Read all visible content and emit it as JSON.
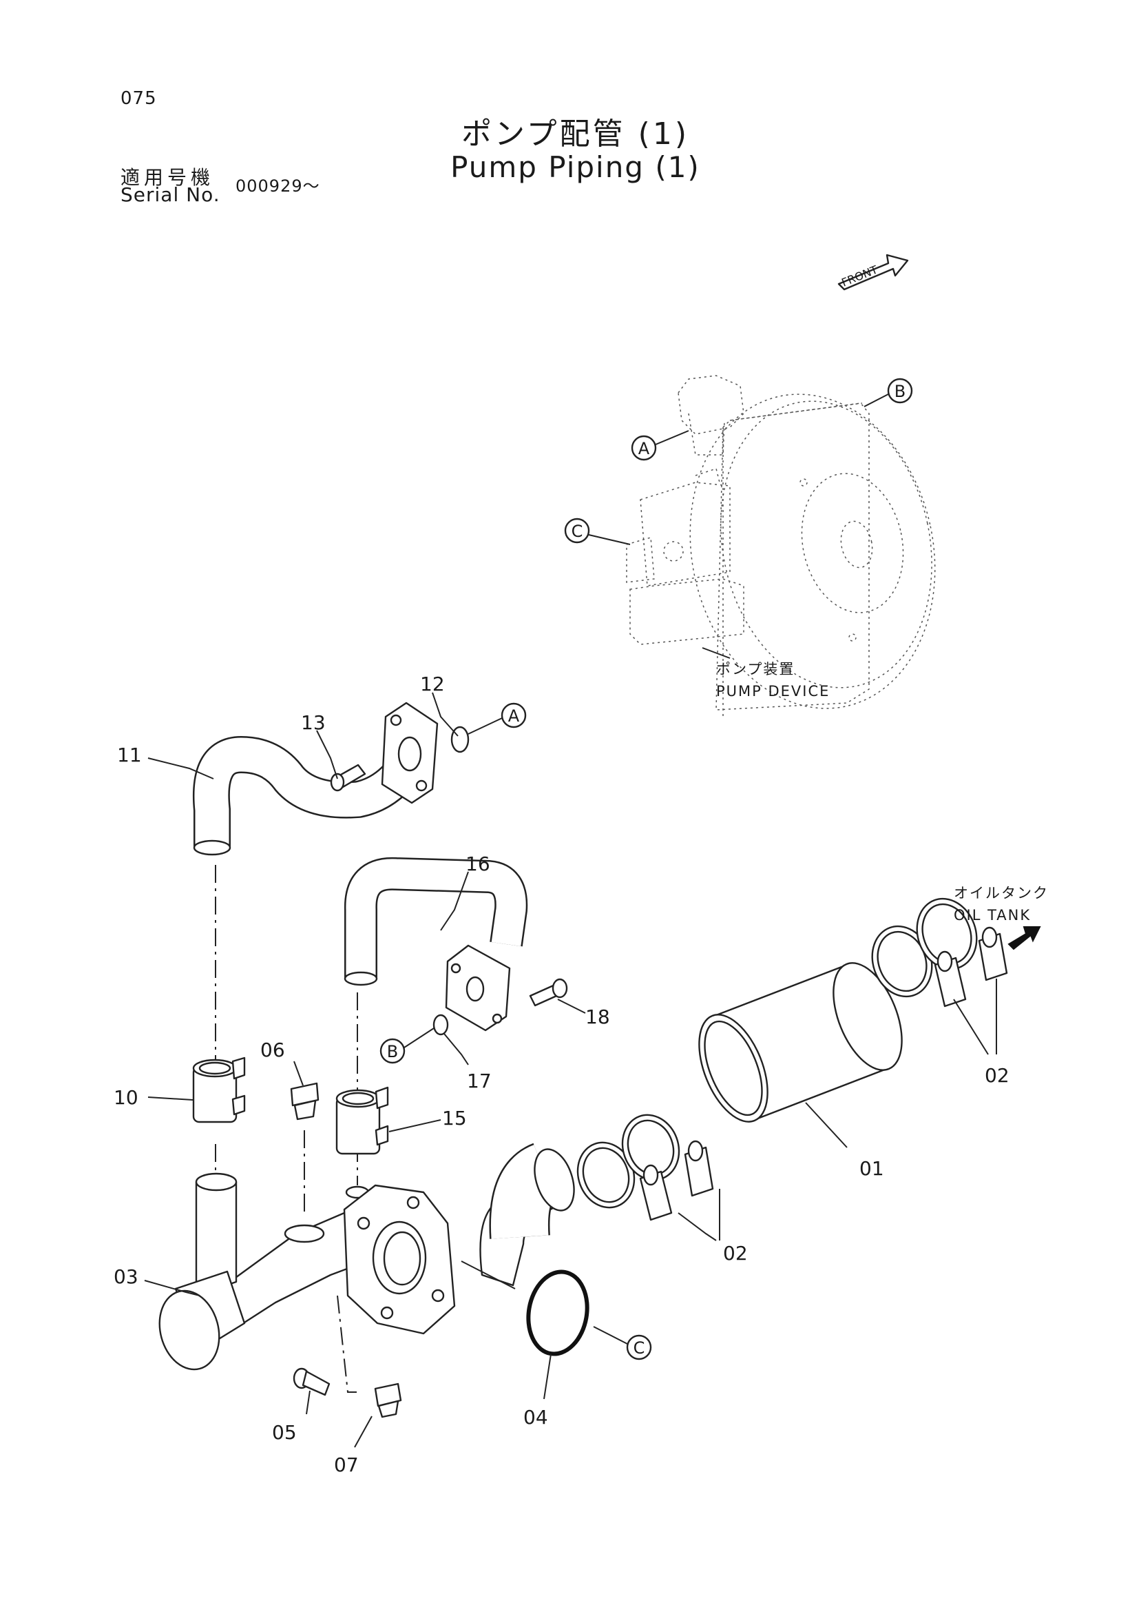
{
  "page": {
    "number": "075",
    "title_jp": "ポンプ配管 (1)",
    "title_en": "Pump Piping (1)",
    "serial_label_jp": "適用号機",
    "serial_label_en": "Serial No.",
    "serial_value": "000929～"
  },
  "diagram": {
    "front_label": "FRONT",
    "captions": {
      "pump_device_jp": "ポンプ装置",
      "pump_device_en": "PUMP DEVICE",
      "oil_tank_jp": "オイルタンク",
      "oil_tank_en": "OIL TANK"
    },
    "refs": {
      "a": "A",
      "b": "B",
      "c": "C"
    },
    "parts": {
      "p01": "01",
      "p02": "02",
      "p03": "03",
      "p04": "04",
      "p05": "05",
      "p06": "06",
      "p07": "07",
      "p10": "10",
      "p11": "11",
      "p12": "12",
      "p13": "13",
      "p15": "15",
      "p16": "16",
      "p17": "17",
      "p18": "18"
    }
  }
}
